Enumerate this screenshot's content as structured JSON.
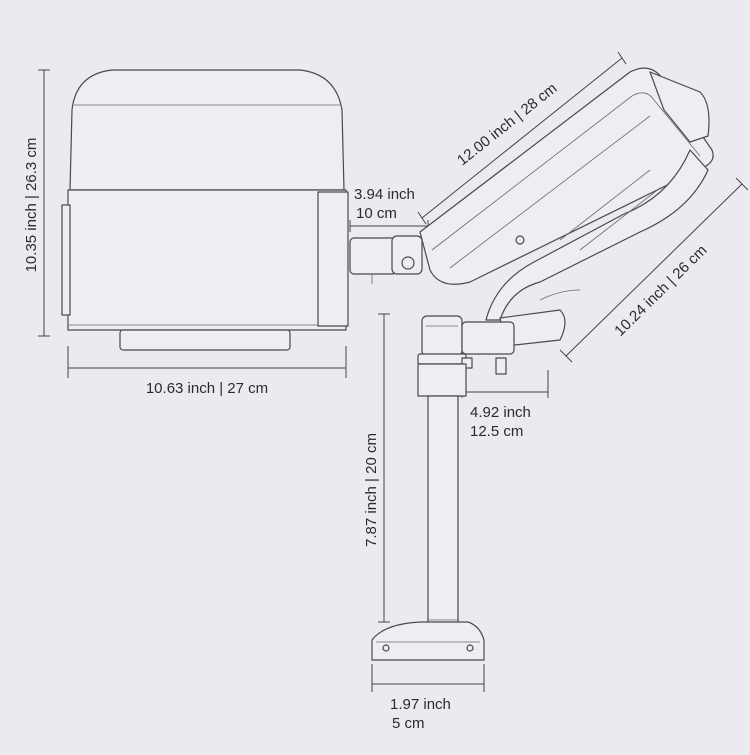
{
  "dimensions": {
    "box_height": "10.35 inch | 26.3 cm",
    "box_width": "10.63 inch | 27 cm",
    "holder_depth_line1": "3.94 inch",
    "holder_depth_line2": "10 cm",
    "tray_length": "12.00 inch | 28 cm",
    "arm_length": "10.24 inch | 26 cm",
    "arm_offset_line1": "4.92 inch",
    "arm_offset_line2": "12.5 cm",
    "pole_height": "7.87 inch | 20 cm",
    "base_width_line1": "1.97 inch",
    "base_width_line2": "5 cm"
  },
  "colors": {
    "background": "#eceaf0",
    "outline": "#4a4a4a",
    "text": "#2b2b2b"
  }
}
